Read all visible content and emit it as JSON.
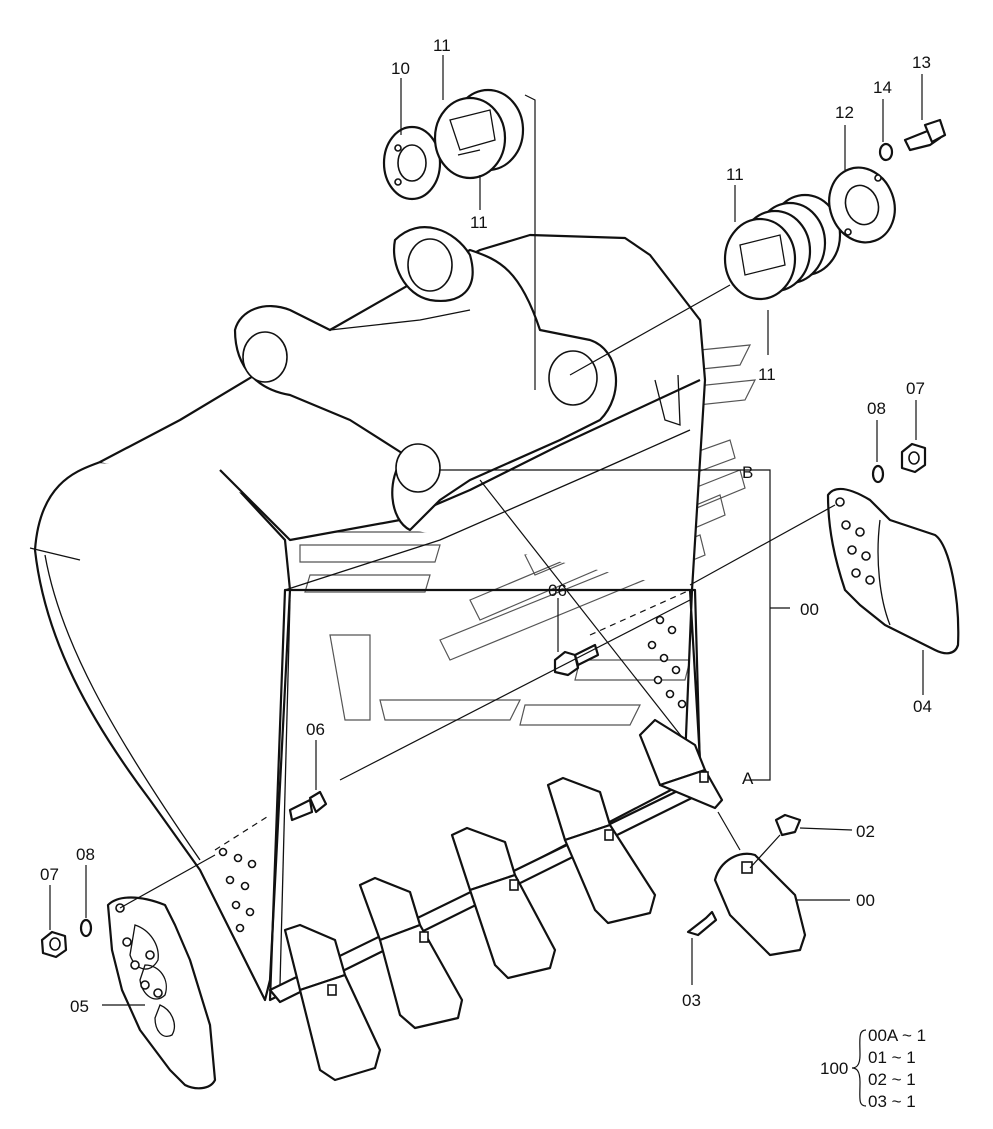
{
  "labels": {
    "p10": "10",
    "p11_a": "11",
    "p11_b": "11",
    "p11_c": "11",
    "p11_d": "11",
    "p12": "12",
    "p13": "13",
    "p14": "14",
    "p07_r": "07",
    "p08_r": "08",
    "pB": "B",
    "p00_r": "00",
    "p04": "04",
    "p06_c": "06",
    "p06_l": "06",
    "pA": "A",
    "p02": "02",
    "p00_tooth": "00",
    "p03": "03",
    "p07_l": "07",
    "p08_l": "08",
    "p05": "05"
  },
  "legend": {
    "number": "100",
    "rows": [
      "00A ~ 1",
      "01  ~ 1",
      "02  ~ 1",
      "03  ~ 1"
    ]
  }
}
